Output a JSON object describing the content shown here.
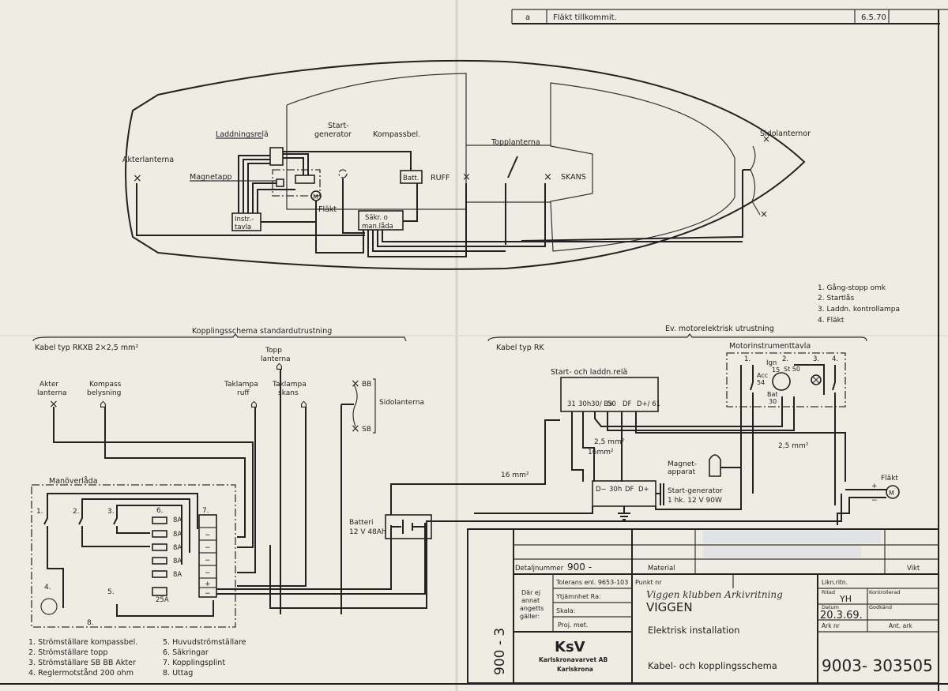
{
  "revision": {
    "letter": "a",
    "description": "Fläkt tillkommit.",
    "date": "6.5.70"
  },
  "hull_plan": {
    "labels": {
      "aft_lantern": "Akterlanterna",
      "charging_relay": "Laddningsrelä",
      "start_generator": [
        "Start-",
        "generator"
      ],
      "compass_light": "Kompassbel.",
      "magneto": "Magnetapp",
      "fan": "Fläkt",
      "instrument_panel": [
        "Instr.-",
        "tavla"
      ],
      "fuse_box": [
        "Säkr. o",
        "man.låda"
      ],
      "battery": "Batt.",
      "cabin": "RUFF",
      "mast_light": "Topplanterna",
      "forepeak": "SKANS",
      "side_lights": "Sidolanternor",
      "motor_symbol": "M"
    }
  },
  "engine_legend": [
    "1. Gång-stopp omk",
    "2. Startlås",
    "3. Laddn. kontrollampa",
    "4. Fläkt"
  ],
  "standard_schema": {
    "title": "Kopplingsschema standardutrustning",
    "cable_type": "Kabel typ RKXB 2×2,5 mm²",
    "lights": {
      "aft": [
        "Akter",
        "lanterna"
      ],
      "compass": [
        "Kompass",
        "belysning"
      ],
      "mast": [
        "Topp",
        "lanterna"
      ],
      "cabin_lamp": [
        "Taklampa",
        "ruff"
      ],
      "forepeak_lamp": [
        "Taklampa",
        "skans"
      ],
      "side": "Sidolanterna",
      "sb": "SB",
      "bb": "BB"
    },
    "control_box": {
      "title": "Manöverlåda",
      "switch_numbers": [
        "1.",
        "2.",
        "3.",
        "4.",
        "5.",
        "6.",
        "7.",
        "8."
      ],
      "fuses": [
        "8A",
        "8A",
        "8A",
        "8A",
        "8A"
      ],
      "main_fuse": "25A",
      "terminal_signs": [
        "−",
        "−",
        "−",
        "−",
        "+",
        "−"
      ]
    },
    "battery": [
      "Batteri",
      "12 V 48Ah"
    ],
    "legend_left": [
      "1. Strömställare kompassbel.",
      "2. Strömställare topp",
      "3. Strömställare SB BB Akter",
      "4. Reglermotstånd 200 ohm"
    ],
    "legend_right": [
      "5. Huvudströmställare",
      "6. Säkringar",
      "7. Kopplingsplint",
      "8. Uttag"
    ]
  },
  "engine_schema": {
    "title": "Ev. motorelektrisk utrustning",
    "cable_type": "Kabel typ RK",
    "relay_title": "Start- och laddn.relä",
    "relay_terminals": [
      "31",
      "30h",
      "30/ B+",
      "50",
      "DF",
      "D+/ 61"
    ],
    "instrument_panel_title": "Motorinstrumenttavla",
    "panel_numbers": [
      "1.",
      "2.",
      "3.",
      "4."
    ],
    "ignition_labels": {
      "ign": "Ign",
      "ign_no": "15",
      "st": "St 50",
      "acc": "Acc",
      "acc_no": "54",
      "bat": "Bat",
      "bat_no": "30"
    },
    "wire_sizes": {
      "a": "2,5 mm²",
      "b": "16mm²",
      "c": "2,5 mm²",
      "d": "16 mm²"
    },
    "magneto": [
      "Magnet-",
      "apparat"
    ],
    "generator_terminals": [
      "D−",
      "30h",
      "DF",
      "D+"
    ],
    "generator": [
      "Start-generator",
      "1 hk. 12 V 90W"
    ],
    "fan": "Fläkt",
    "motor_symbol": "M"
  },
  "title_block": {
    "side_number": "900 - 3",
    "detail_number_label": "Detaljnummer",
    "detail_number": "900 -",
    "material_label": "Material",
    "weight_label": "Vikt",
    "tolerance": "Tolerans enl. 9653-103",
    "surface": "Ytjämnhet Ra:",
    "scale": "Skala:",
    "projection": "Proj. met.",
    "unless_stated": [
      "Där ej",
      "annat",
      "angetts",
      "gäller:"
    ],
    "point_label": "Punkt nr",
    "handwritten": "Viggen klubben Arkivritning",
    "boat_name": "VIGGEN",
    "drawing_title_1": "Elektrisk installation",
    "drawing_title_2": "Kabel- och kopplingsschema",
    "company_logo": "KsV",
    "company": "Karlskronavarvet AB",
    "city": "Karlskrona",
    "similar_label": "Likn.ritn.",
    "drawn_label": "Ritad",
    "drawn_by": "YH",
    "checked_label": "Kontrollerad",
    "date_label": "Datum",
    "date": "20.3.69.",
    "approved_label": "Godkänd",
    "sheet_label": "Ark nr",
    "sheets_label": "Ant. ark",
    "drawing_number": "9003- 303505"
  }
}
